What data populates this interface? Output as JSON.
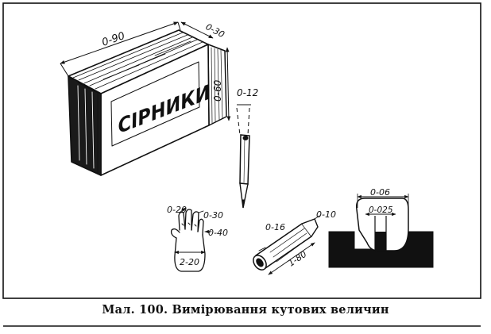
{
  "figure": {
    "matchbox": {
      "brand_text": "СІРНИКИ",
      "length_label": "0-90",
      "width_label": "0-30",
      "height_label": "0-60"
    },
    "pencil": {
      "label": "0-12"
    },
    "hand": {
      "label_top_left": "0-20",
      "label_top_right": "0-30",
      "label_side": "0-40",
      "label_bottom": "2-20"
    },
    "flashlight": {
      "label_left": "0-16",
      "label_right": "0-10",
      "label_length": "1-80"
    },
    "slot_block": {
      "label_outer": "0-06",
      "label_inner": "0-025"
    }
  },
  "caption": {
    "prefix": "Мал. 100.",
    "text": "Вимірювання кутових величин"
  }
}
